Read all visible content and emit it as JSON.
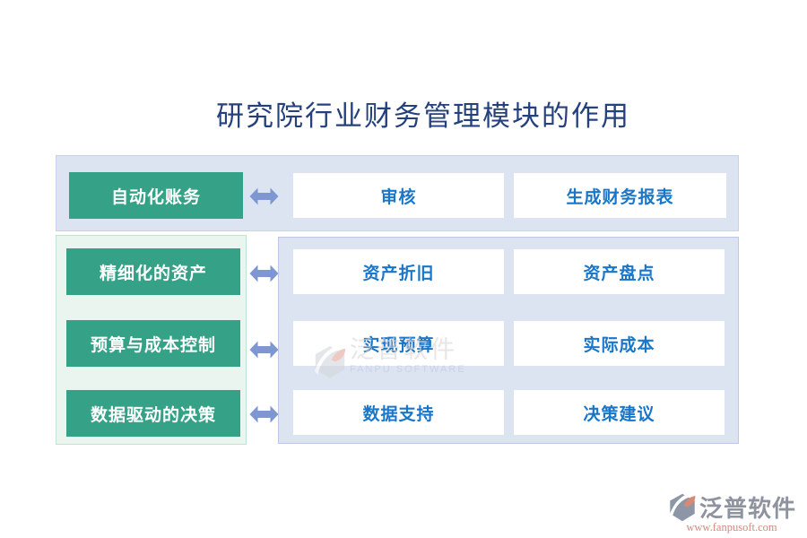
{
  "title": "研究院行业财务管理模块的作用",
  "diagram": {
    "top_group": {
      "source": "自动化账务",
      "targets": [
        "审核",
        "生成财务报表"
      ]
    },
    "bottom_group": {
      "rows": [
        {
          "source": "精细化的资产",
          "targets": [
            "资产折旧",
            "资产盘点"
          ]
        },
        {
          "source": "预算与成本控制",
          "targets": [
            "实现预算",
            "实际成本"
          ]
        },
        {
          "source": "数据驱动的决策",
          "targets": [
            "数据支持",
            "决策建议"
          ]
        }
      ]
    }
  },
  "watermark": {
    "brand": "泛普软件",
    "subbrand": "FANPU SOFTWARE"
  },
  "footer": {
    "brand": "泛普软件",
    "website": "www.fanpusoft.com"
  },
  "icons": {
    "arrow": "double-headed-horizontal-arrow",
    "logo": "fanpu-hexagon-leaf-mark"
  },
  "colors": {
    "title_text": "#25417d",
    "source_button_bg": "#35a287",
    "source_button_text": "#ffffff",
    "target_text": "#1976c8",
    "arrow": "#7e97d3",
    "top_panel_bg": "#dde4f1",
    "sources_panel_bg": "#eaf5ef",
    "targets_panel_bg": "#dde4f1",
    "footer_brand": "#8e939f",
    "footer_url": "#d08a7c"
  }
}
